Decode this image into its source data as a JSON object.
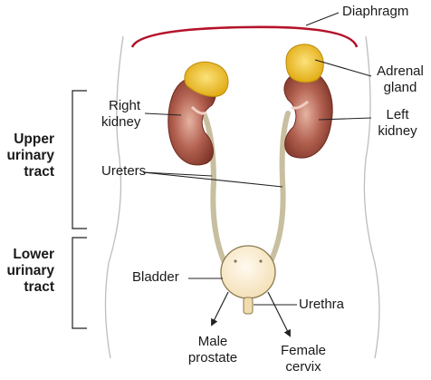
{
  "labels": {
    "diaphragm": "Diaphragm",
    "right_kidney": [
      "Right",
      "kidney"
    ],
    "left_kidney": [
      "Left",
      "kidney"
    ],
    "adrenal_gland": [
      "Adrenal",
      "gland"
    ],
    "ureters": "Ureters",
    "bladder": "Bladder",
    "urethra": "Urethra",
    "male_prostate": [
      "Male",
      "prostate"
    ],
    "female_cervix": [
      "Female",
      "cervix"
    ]
  },
  "regions": {
    "upper": [
      "Upper",
      "urinary",
      "tract"
    ],
    "lower": [
      "Lower",
      "urinary",
      "tract"
    ]
  },
  "colors": {
    "kidney": "#9b4a3c",
    "kidney_light": "#d89a86",
    "adrenal": "#f2c42a",
    "ureter": "#c8bfa0",
    "bladder": "#fbf1d8",
    "diaphragm": "#b5122a",
    "line": "#222222"
  }
}
